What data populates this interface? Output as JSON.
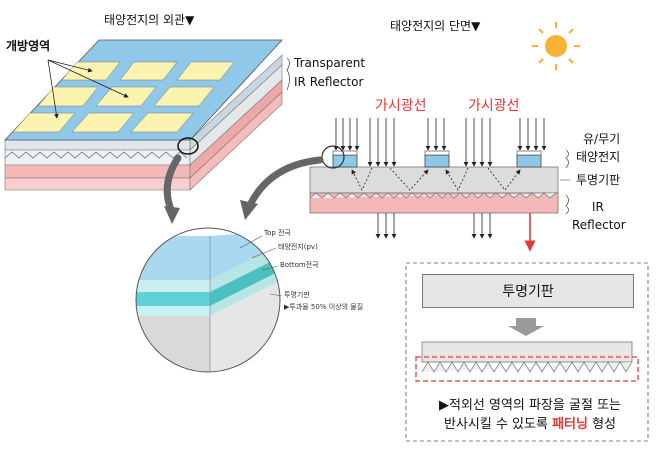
{
  "left_title": "태양전지의 외관▼",
  "right_title": "태양전지의 단면▼",
  "open_area_label": "개방영역",
  "transparent_ir_label": "Transparent\nIR Reflector",
  "transparent_label": "Transparent",
  "ir_reflector_label": "IR Reflector",
  "visible_light_left": "가시광선",
  "visible_light_right": "가시광선",
  "solar_cell_label_1": "유/무기",
  "solar_cell_label_2": "태양전지",
  "substrate_label": "투명기판",
  "ir_label_1": "IR",
  "ir_label_2": "Reflector",
  "detail": {
    "top_electrode": "Top 전극",
    "pv": "태양전지(pv)",
    "bottom_electrode": "Bottom전극",
    "substrate": "투명기판",
    "transmittance": "▶투과율 50% 이상의 물질"
  },
  "box": {
    "substrate_label": "투명기판",
    "note_line1": "▶적외선 영역의 파장을 굴절 또는",
    "note_line2_prefix": "반사시킬 수 있도록 ",
    "note_highlight": "패터닝",
    "note_line2_suffix": " 형성"
  },
  "colors": {
    "cell_blue": "#8fc8e8",
    "window_yellow": "#fbf3b0",
    "ir_pink": "#f4b8b8",
    "sun": "#f9b233",
    "highlight_red": "#e53935",
    "detail_top": "#a9d8f0",
    "detail_pv": "#5fd3d3",
    "detail_substrate": "#d9d9d9"
  }
}
